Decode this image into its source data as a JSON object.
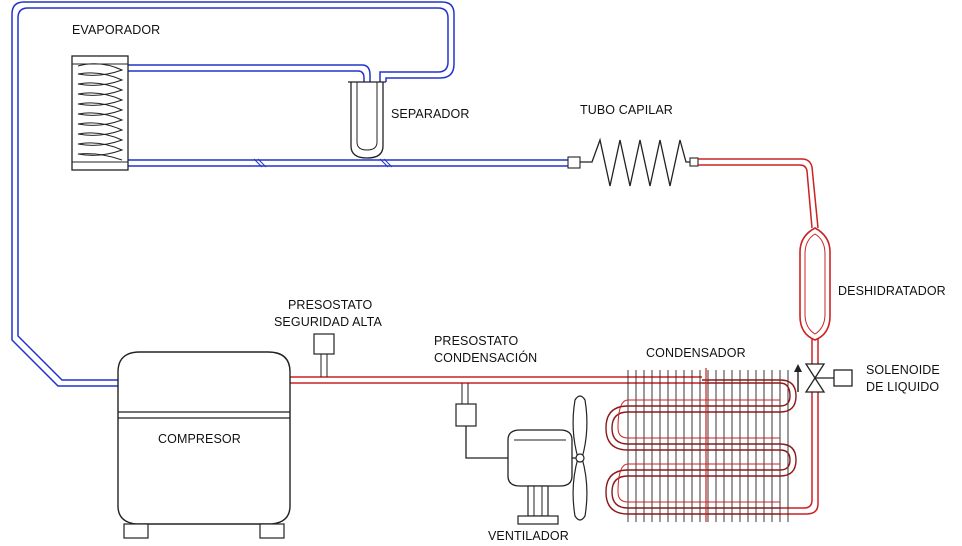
{
  "title": "",
  "labels": {
    "evaporador": "EVAPORADOR",
    "separador": "SEPARADOR",
    "tubo_capilar": "TUBO CAPILAR",
    "deshidratador": "DESHIDRATADOR",
    "presostato_alta_1": "PRESOSTATO",
    "presostato_alta_2": "SEGURIDAD ALTA",
    "presostato_cond_1": "PRESOSTATO",
    "presostato_cond_2": "CONDENSACIÓN",
    "condensador": "CONDENSADOR",
    "solenoide_1": "SOLENOIDE",
    "solenoide_2": "DE LIQUIDO",
    "compresor": "COMPRESOR",
    "ventilador": "VENTILADOR"
  },
  "colors": {
    "low_pressure_line": "#2233cc",
    "high_pressure_line": "#cc2222",
    "outline": "#222222"
  }
}
